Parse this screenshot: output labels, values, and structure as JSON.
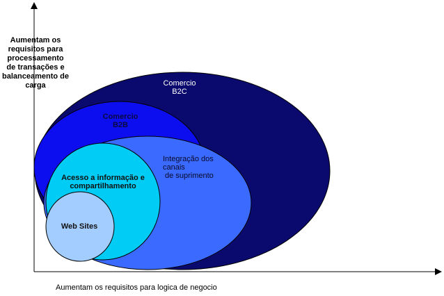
{
  "axes": {
    "y_title_lines": [
      "Aumentam os",
      "requisitos para",
      "processamento",
      "de transações e",
      "balanceamento de",
      "carga"
    ],
    "x_title": "Aumentam os requisitos para logica de negocio"
  },
  "ellipses": {
    "b2c": {
      "lines": [
        "Comercio",
        "B2C"
      ],
      "color": "#0a0a6e"
    },
    "b2b": {
      "lines": [
        "Comercio",
        "B2B"
      ],
      "color": "#0d0ef0"
    },
    "integracao": {
      "lines": [
        "Integração dos",
        "canais",
        " de suprimento"
      ],
      "color": "#3a6aff"
    },
    "acesso": {
      "lines": [
        "Acesso a informação e",
        "compartilhamento"
      ],
      "color": "#00ccf5"
    },
    "websites": {
      "lines": [
        "Web Sites"
      ],
      "color": "#a3ccff"
    }
  }
}
